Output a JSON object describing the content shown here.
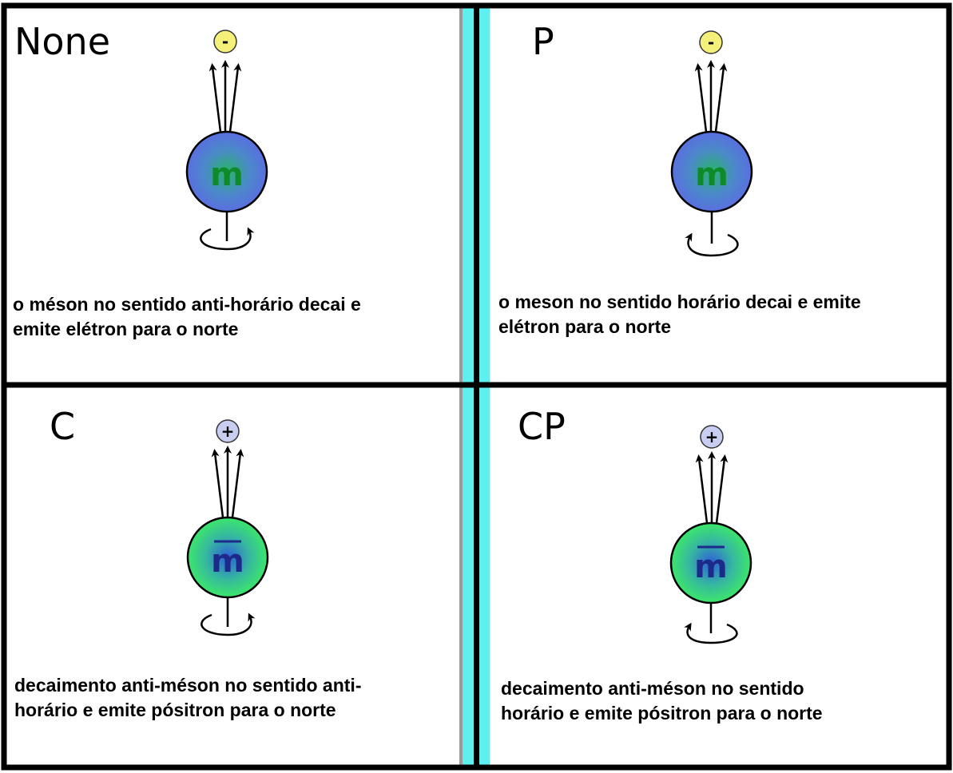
{
  "colors": {
    "frame": "#000000",
    "divider_cyan": "#5fefef",
    "divider_gray": "#9a9a9a",
    "meson_blue": "#5a6fe0",
    "meson_blue_center": "#28b468",
    "antimeson_green": "#3ce66a",
    "antimeson_green_center": "#2e5fd8",
    "electron_fill": "#f5f07a",
    "positron_fill": "#c9cdf2",
    "meson_letter": "#0f8a2a",
    "antimeson_letter": "#1c2a8a"
  },
  "panels": [
    {
      "id": "none",
      "label": "None",
      "particle": "m",
      "charge": "-",
      "caption_lines": [
        "o méson no sentido anti-horário decai e",
        "emite  elétron para o norte"
      ]
    },
    {
      "id": "p",
      "label": "P",
      "particle": "m",
      "charge": "-",
      "caption_lines": [
        "o meson no sentido horário decai e emite",
        "elétron para o norte"
      ]
    },
    {
      "id": "c",
      "label": "C",
      "particle": "m",
      "charge": "+",
      "caption_lines": [
        "decaimento anti-méson no sentido anti-",
        "horário e emite pósitron para o norte"
      ]
    },
    {
      "id": "cp",
      "label": "CP",
      "particle": "m",
      "charge": "+",
      "caption_lines": [
        "decaimento anti-méson no sentido",
        "horário e emite pósitron para o norte"
      ]
    }
  ]
}
